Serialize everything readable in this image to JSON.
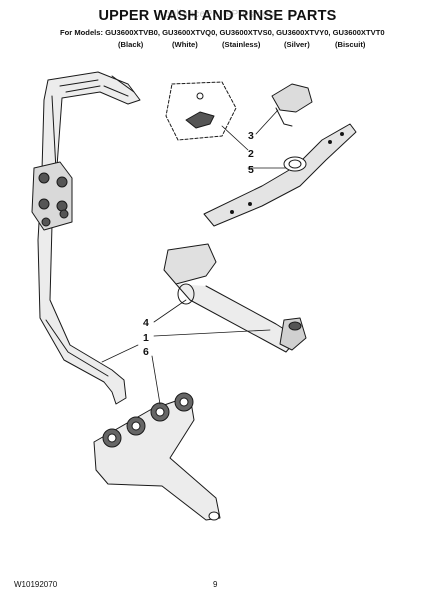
{
  "header": {
    "title": "UPPER WASH AND RINSE PARTS",
    "watermark": "AppliancePartsPros.com",
    "models_line": "For Models: GU3600XTVB0, GU3600XTVQ0, GU3600XTVS0, GU3600XTVY0, GU3600XTVT0",
    "colors": [
      "(Black)",
      "(White)",
      "(Stainless)",
      "(Silver)",
      "(Biscuit)"
    ]
  },
  "callouts": {
    "c3": "3",
    "c2": "2",
    "c5": "5",
    "c4": "4",
    "c1": "1",
    "c6": "6"
  },
  "footer": {
    "doc_number": "W10192070",
    "page_number": "9"
  },
  "style": {
    "line_color": "#1a1a1a",
    "part_fill": "#e9e9e9"
  }
}
